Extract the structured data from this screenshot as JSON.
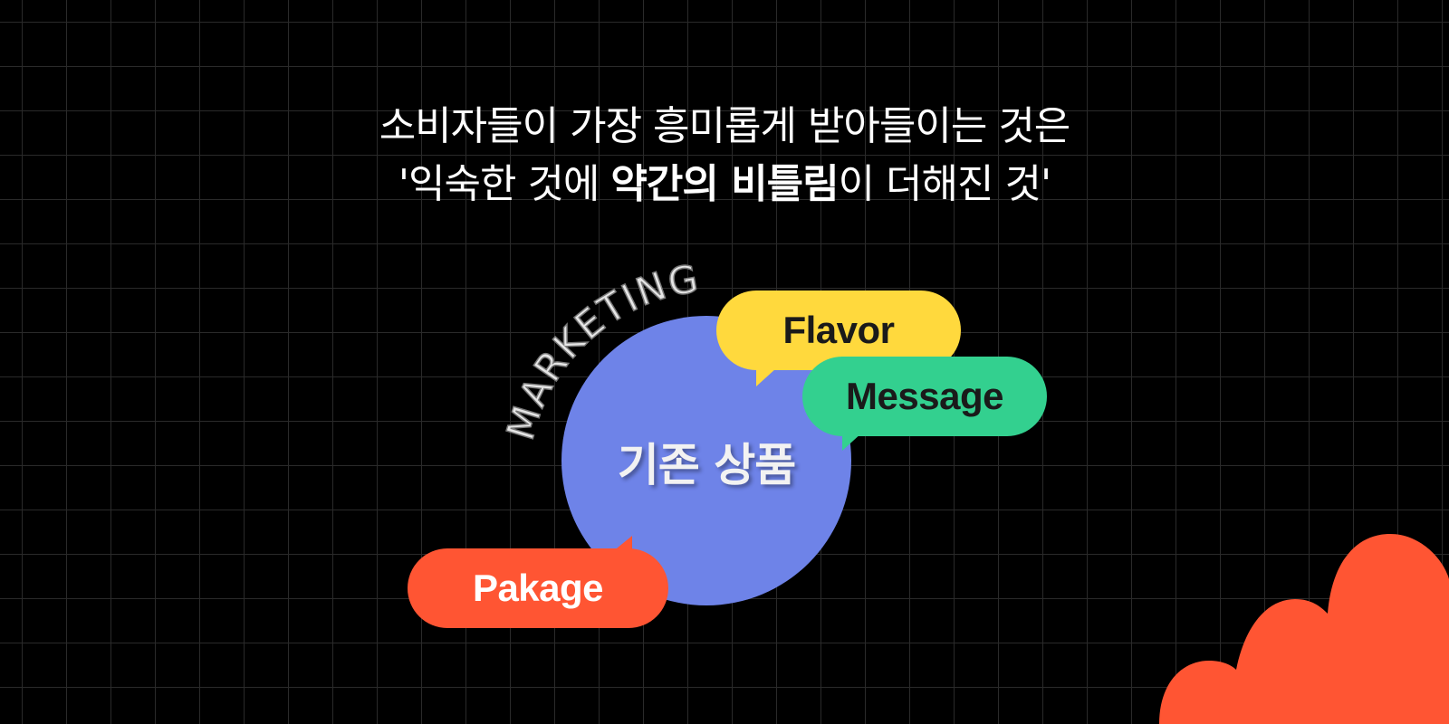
{
  "headline": {
    "line1": "소비자들이 가장 흥미롭게 받아들이는 것은",
    "line2_prefix": "'익숙한 것에 ",
    "line2_bold": "약간의 비틀림",
    "line2_suffix": "이 더해진 것'"
  },
  "diagram": {
    "center_label": "기존 상품",
    "arc_label": "MARKETING",
    "bubbles": {
      "flavor": "Flavor",
      "message": "Message",
      "pakage": "Pakage"
    }
  },
  "colors": {
    "background": "#000000",
    "grid": "#2a2a2a",
    "circle": "#6e83e8",
    "flavor": "#ffd93d",
    "message": "#33d08f",
    "pakage": "#ff5533",
    "cloud": "#ff5533"
  },
  "decorations": {
    "cloud_icon": "cloud-shape"
  }
}
